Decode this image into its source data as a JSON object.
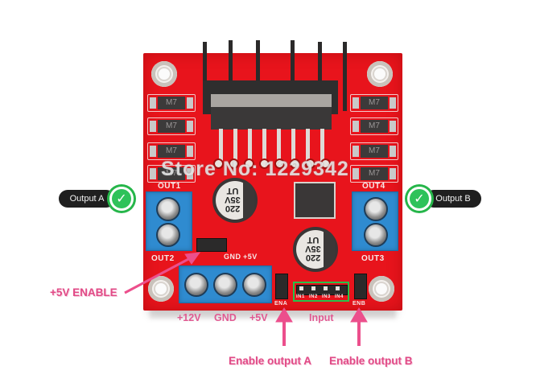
{
  "image": {
    "subject": "L298N dual H-bridge motor driver module",
    "watermark": "Store No: 1229342"
  },
  "callouts": {
    "output_a": "Output A",
    "output_b": "Output B",
    "check_icon": "✓"
  },
  "annotations": {
    "five_volt_enable": "+5V ENABLE",
    "input": "Input",
    "enable_output_a": "Enable output A",
    "enable_output_b": "Enable output B"
  },
  "power_terminals": {
    "labels": [
      "+12V",
      "GND",
      "+5V"
    ]
  },
  "silkscreen": {
    "out1": "OUT1",
    "out2": "OUT2",
    "out3": "OUT3",
    "out4": "OUT4",
    "gnd": "GND",
    "plus5v": "+5V",
    "ena": "ENA",
    "enb": "ENB",
    "in_pins": [
      "IN1",
      "IN2",
      "IN3",
      "IN4"
    ],
    "diode_marking": "M7",
    "capacitor": {
      "line1": "220",
      "line2": "35V",
      "line3": "UT"
    }
  },
  "colors": {
    "pcb_red": "#e8141c",
    "terminal_blue": "#2f8bd0",
    "annotation_pink": "#e14a86",
    "callout_green": "#2ec25a",
    "input_box_green": "#27c24a",
    "pill_dark": "#1f1f1f"
  }
}
